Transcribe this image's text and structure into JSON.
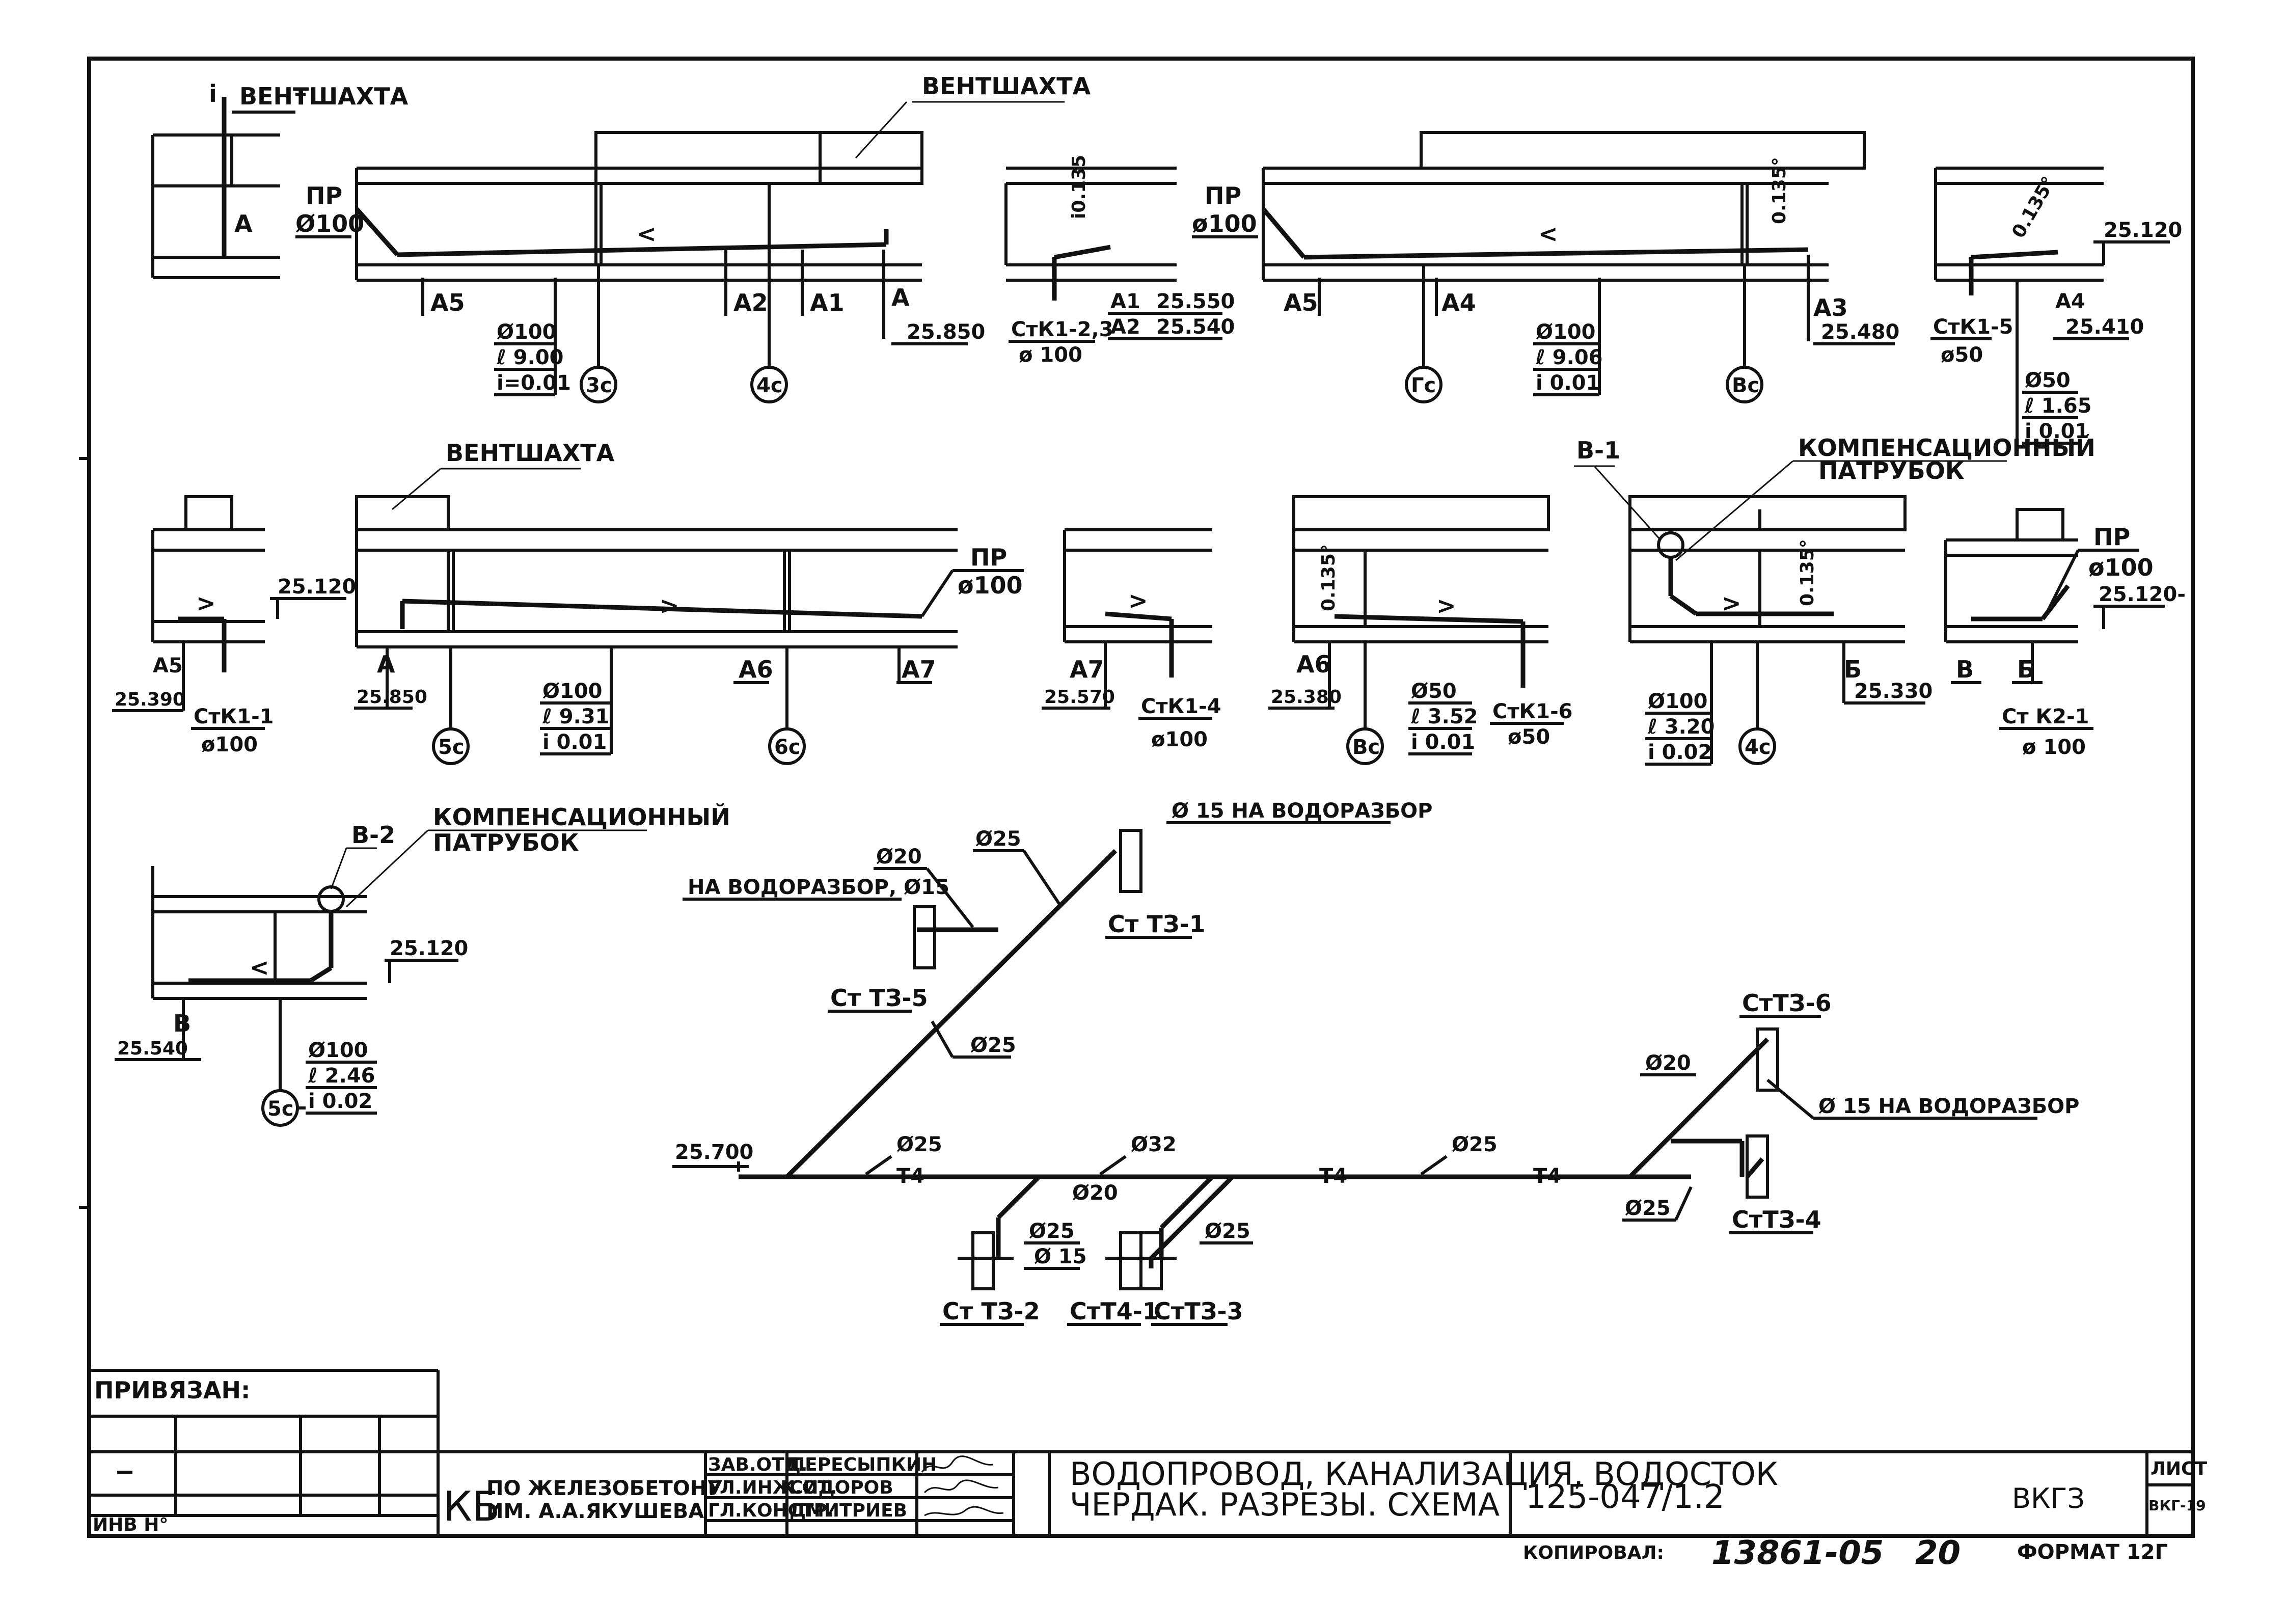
{
  "annotations": {
    "ventshaft": "ВЕНТШАХТА",
    "pr": "ПР",
    "d100": "Ø100",
    "d100b": "ø100",
    "d50": "Ø50",
    "comp_line1": "КОМПЕНСАЦИОННЫЙ",
    "comp_line2": "ПАТРУБОК",
    "ar_i0135": "i0.135",
    "ar_0135": "0.135°",
    "rv_25120": "25.120",
    "rv_25120d": "25.120-"
  },
  "section1": {
    "labels": [
      "А5",
      "А2",
      "А1",
      "А"
    ],
    "spec": [
      "Ø100",
      "ℓ 9.00",
      "i=0.01"
    ],
    "axes": [
      "3с",
      "4с"
    ],
    "level": "25.850"
  },
  "section2": {
    "stack": "СтК1-2,3",
    "stack_d": "ø 100",
    "l1": "А1",
    "v1": "25.550",
    "l2": "А2",
    "v2": "25.540"
  },
  "section3": {
    "labels": [
      "А5",
      "А4",
      "А3"
    ],
    "level": "25.480",
    "spec": [
      "Ø100",
      "ℓ 9.06",
      "i 0.01"
    ],
    "axes": [
      "Гс",
      "Вс"
    ]
  },
  "section4": {
    "stack": "СтК1-5",
    "stack_d": "ø50",
    "label": "А4",
    "level": "25.410",
    "spec": [
      "Ø50",
      "ℓ 1.65",
      "i 0.01"
    ]
  },
  "section5": {
    "label": "А5",
    "level": "25.390",
    "stack": "СтК1-1",
    "stack_d": "ø100"
  },
  "section6": {
    "labels": [
      "А",
      "А6",
      "А7"
    ],
    "level": "25.850",
    "spec": [
      "Ø100",
      "ℓ 9.31",
      "i 0.01"
    ],
    "axes": [
      "5с",
      "6с"
    ]
  },
  "section7": {
    "label": "А7",
    "level": "25.570",
    "stack": "СтК1-4",
    "stack_d": "ø100"
  },
  "section8": {
    "label": "А6",
    "level": "25.380",
    "spec": [
      "Ø50",
      "ℓ 3.52",
      "i 0.01"
    ],
    "axis": "Вс",
    "stack": "СтК1-6",
    "stack_d": "ø50"
  },
  "section9": {
    "tag": "В-1",
    "label": "Б",
    "level": "25.330",
    "spec": [
      "Ø100",
      "ℓ 3.20",
      "i 0.02"
    ],
    "axis": "4с"
  },
  "section10": {
    "labels": [
      "В",
      "Б"
    ],
    "stack": "Ст К2-1",
    "stack_d": "ø 100"
  },
  "section11": {
    "tag": "В-2",
    "label": "В",
    "level": "25.540",
    "spec": [
      "Ø100",
      "ℓ 2.46",
      "i 0.02"
    ],
    "axis": "5с"
  },
  "water": {
    "level": "25.700",
    "d15_tap": "Ø 15 НА ВОДОРАЗБОР",
    "tap_15": "НА ВОДОРАЗБОР, Ø15",
    "d20": "Ø20",
    "d25": "Ø25",
    "d32": "Ø32",
    "d15": "Ø 15",
    "t4": "Т4",
    "stacks": {
      "st31": "Ст ТЗ-1",
      "st35": "Ст ТЗ-5",
      "st32": "Ст ТЗ-2",
      "st41": "СтТ4-1",
      "st33": "СтТЗ-3",
      "st36": "СтТЗ-6",
      "st34": "СтТЗ-4"
    }
  },
  "title_block": {
    "attached": "ПРИВЯЗАН:",
    "inv": "ИНВ Н°",
    "kb": "КБ",
    "org1": "ПО ЖЕЛЕЗОБЕТОНУ",
    "org2": "ИМ. А.А.ЯКУШЕВА",
    "roles": [
      "ЗАВ.ОТД.",
      "ГЛ.ИНЖ.ОТ.",
      "ГЛ.КОНСТР."
    ],
    "names": [
      "ПЕРЕСЫПКИН",
      "СИДОРОВ",
      "ДМИТРИЕВ"
    ],
    "title1": "ВОДОПРОВОД, КАНАЛИЗАЦИЯ, ВОДОСТОК",
    "title2": "ЧЕРДАК. РАЗРЕЗЫ. СХЕМА",
    "number": "125-047/1.2",
    "code": "ВКГЗ",
    "sheet_lbl": "ЛИСТ",
    "sheet_val": "ВКГ-19",
    "copied": "КОПИРОВАЛ:",
    "hw1": "13861-05",
    "hw2": "20",
    "format": "ФОРМАТ 12Г"
  }
}
